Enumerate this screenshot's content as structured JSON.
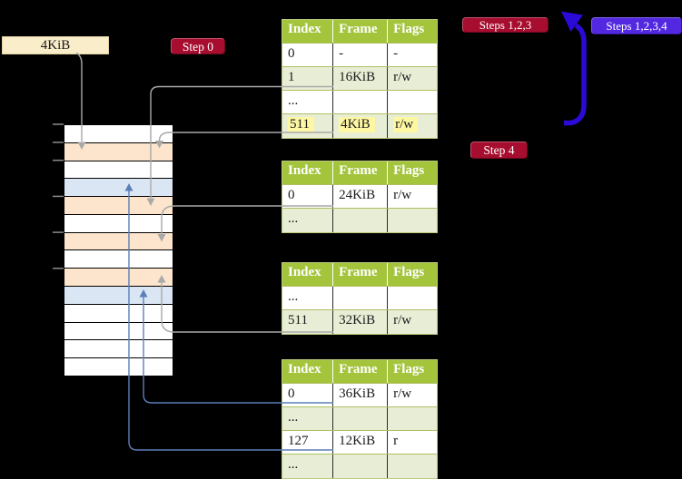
{
  "colors": {
    "background": "#000000",
    "table_header_green": "#a4c43c",
    "table_row_green": "#e8eed6",
    "highlight_yellow": "#fdf6a3",
    "strip_peach": "#fce5cc",
    "strip_blue": "#dae6f3",
    "strip_white": "#ffffff",
    "badge_red": "#a60d2e",
    "badge_blue": "#5229e0",
    "connector_gray": "#a9a9a9",
    "connector_steel_blue": "#5b7fb9",
    "loop_arrow_blue": "#2a0ad6",
    "frame_box_beige": "#faeeca"
  },
  "frame_size_label": {
    "text": "4KiB"
  },
  "badges": {
    "step0": {
      "label": "Step 0"
    },
    "steps123": {
      "label": "Steps 1,2,3"
    },
    "steps1234": {
      "label": "Steps 1,2,3,4"
    },
    "step4": {
      "label": "Step 4"
    }
  },
  "page_tables": [
    {
      "name": "page-table-top",
      "headers": [
        "Index",
        "Frame",
        "Flags"
      ],
      "rows": [
        {
          "cells": [
            "0",
            "-",
            "-"
          ],
          "shaded": false,
          "highlighted": false
        },
        {
          "cells": [
            "1",
            "16KiB",
            "r/w"
          ],
          "shaded": true,
          "highlighted": false
        },
        {
          "cells": [
            "...",
            "",
            ""
          ],
          "shaded": false,
          "highlighted": false
        },
        {
          "cells": [
            "511",
            "4KiB",
            "r/w"
          ],
          "shaded": true,
          "highlighted": true
        }
      ]
    },
    {
      "name": "page-table-second",
      "headers": [
        "Index",
        "Frame",
        "Flags"
      ],
      "rows": [
        {
          "cells": [
            "0",
            "24KiB",
            "r/w"
          ],
          "shaded": false,
          "highlighted": false
        },
        {
          "cells": [
            "...",
            "",
            ""
          ],
          "shaded": true,
          "highlighted": false
        }
      ]
    },
    {
      "name": "page-table-third",
      "headers": [
        "Index",
        "Frame",
        "Flags"
      ],
      "rows": [
        {
          "cells": [
            "...",
            "",
            ""
          ],
          "shaded": false,
          "highlighted": false
        },
        {
          "cells": [
            "511",
            "32KiB",
            "r/w"
          ],
          "shaded": true,
          "highlighted": false
        }
      ]
    },
    {
      "name": "page-table-bottom",
      "headers": [
        "Index",
        "Frame",
        "Flags"
      ],
      "rows": [
        {
          "cells": [
            "0",
            "36KiB",
            "r/w"
          ],
          "shaded": false,
          "highlighted": false
        },
        {
          "cells": [
            "...",
            "",
            ""
          ],
          "shaded": true,
          "highlighted": false
        },
        {
          "cells": [
            "127",
            "12KiB",
            "r"
          ],
          "shaded": false,
          "highlighted": false
        },
        {
          "cells": [
            "...",
            "",
            ""
          ],
          "shaded": true,
          "highlighted": false
        }
      ]
    }
  ],
  "memory_strip": {
    "rows": [
      "white",
      "peach",
      "white",
      "blue",
      "peach",
      "white",
      "peach",
      "white",
      "peach",
      "blue",
      "white",
      "white",
      "white",
      "white"
    ]
  }
}
